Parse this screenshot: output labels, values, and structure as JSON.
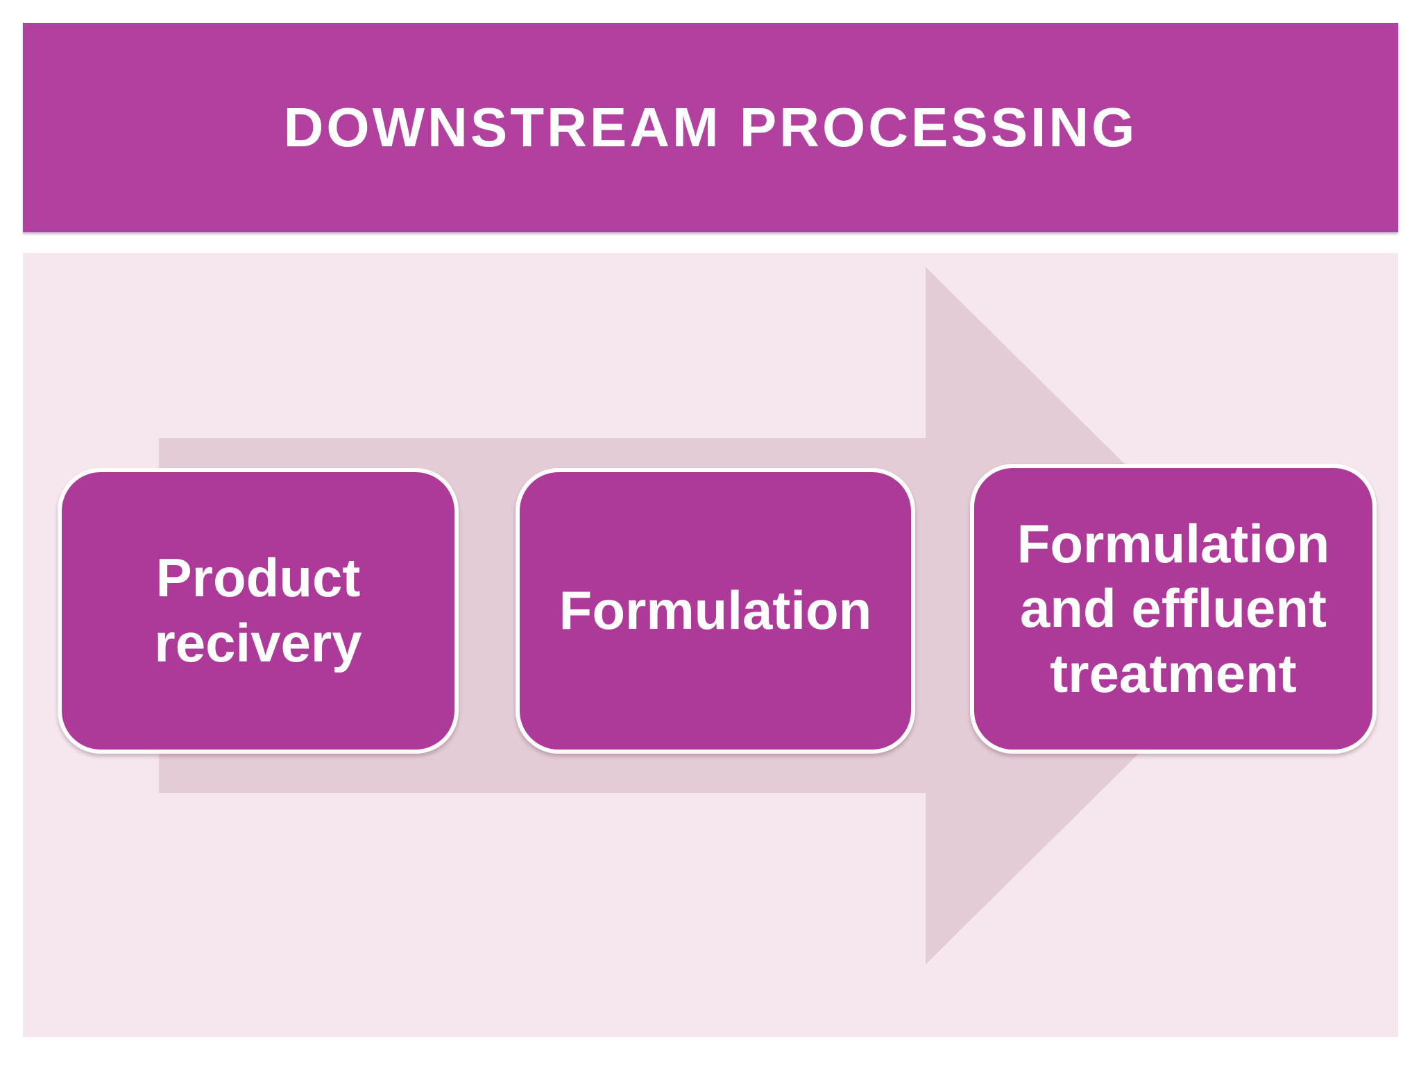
{
  "title_bar": {
    "title": "DOWNSTREAM PROCESSING"
  },
  "process_steps": [
    {
      "label": "Product recivery"
    },
    {
      "label": "Formulation"
    },
    {
      "label": "Formulation and effluent treatment"
    }
  ],
  "flow": {
    "type": "left-to-right-arrow",
    "step_count": 3
  },
  "colors": {
    "banner_magenta": "#b2409e",
    "box_magenta": "#ad3a98",
    "panel_pink": "#f6e7ee",
    "arrow_pink": "#e3ccd7",
    "page_white": "#ffffff",
    "text_white": "#ffffff"
  }
}
